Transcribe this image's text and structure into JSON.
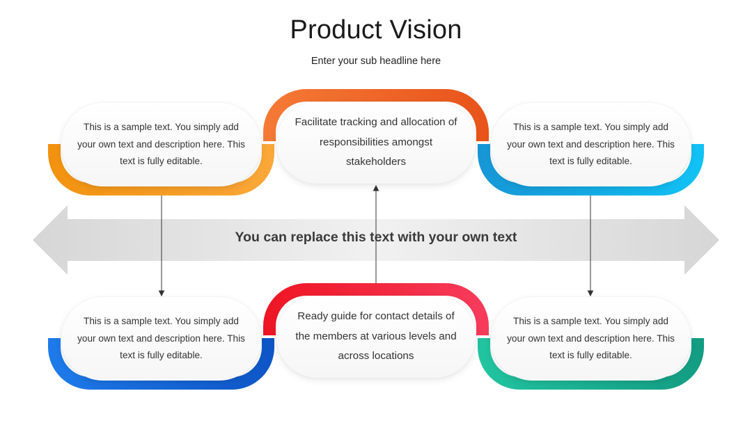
{
  "header": {
    "title": "Product Vision",
    "subtitle": "Enter your sub headline here"
  },
  "arrow": {
    "label": "You can replace this text with your own text"
  },
  "top_row": {
    "left": "This is a sample text. You simply add your own text and description here. This text is fully editable.",
    "center": "Facilitate tracking and allocation of responsibilities amongst stakeholders",
    "right": "This is a sample text. You simply add your own text and description here. This text is fully editable."
  },
  "bottom_row": {
    "left": "This is a sample text. You simply add your own text and description here. This text is fully editable.",
    "center": "Ready guide for contact details of the members at various levels and across locations",
    "right": "This is a sample text. You simply add your own text and description here. This text is fully editable."
  },
  "colors": {
    "orange": "#F2920F",
    "orange_red": "#EE5A1B",
    "light_blue": "#12A8E3",
    "blue": "#1668DB",
    "red": "#EE1C2C",
    "green": "#1FB394",
    "arrow_gray": "#DCDCDC"
  }
}
